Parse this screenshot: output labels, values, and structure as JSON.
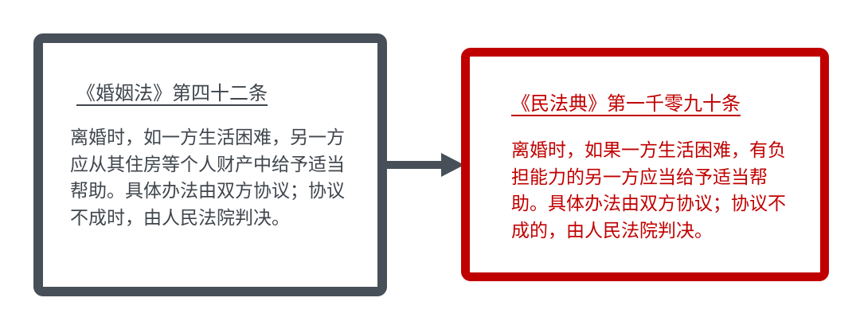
{
  "diagram": {
    "left_box": {
      "title": "《婚姻法》第四十二条",
      "body": "离婚时，如一方生活困难，另一方应从其住房等个人财产中给予适当帮助。具体办法由双方协议；协议不成时，由人民法院判决。"
    },
    "right_box": {
      "title": "《民法典》第一千零九十条",
      "body": "离婚时，如果一方生活困难，有负担能力的另一方应当给予适当帮助。具体办法由双方协议；协议不成的，由人民法院判决。"
    },
    "colors": {
      "old_law_border": "#475059",
      "old_law_text": "#40464d",
      "new_law_border": "#c00000",
      "new_law_text": "#c00000",
      "arrow": "#475059"
    }
  }
}
